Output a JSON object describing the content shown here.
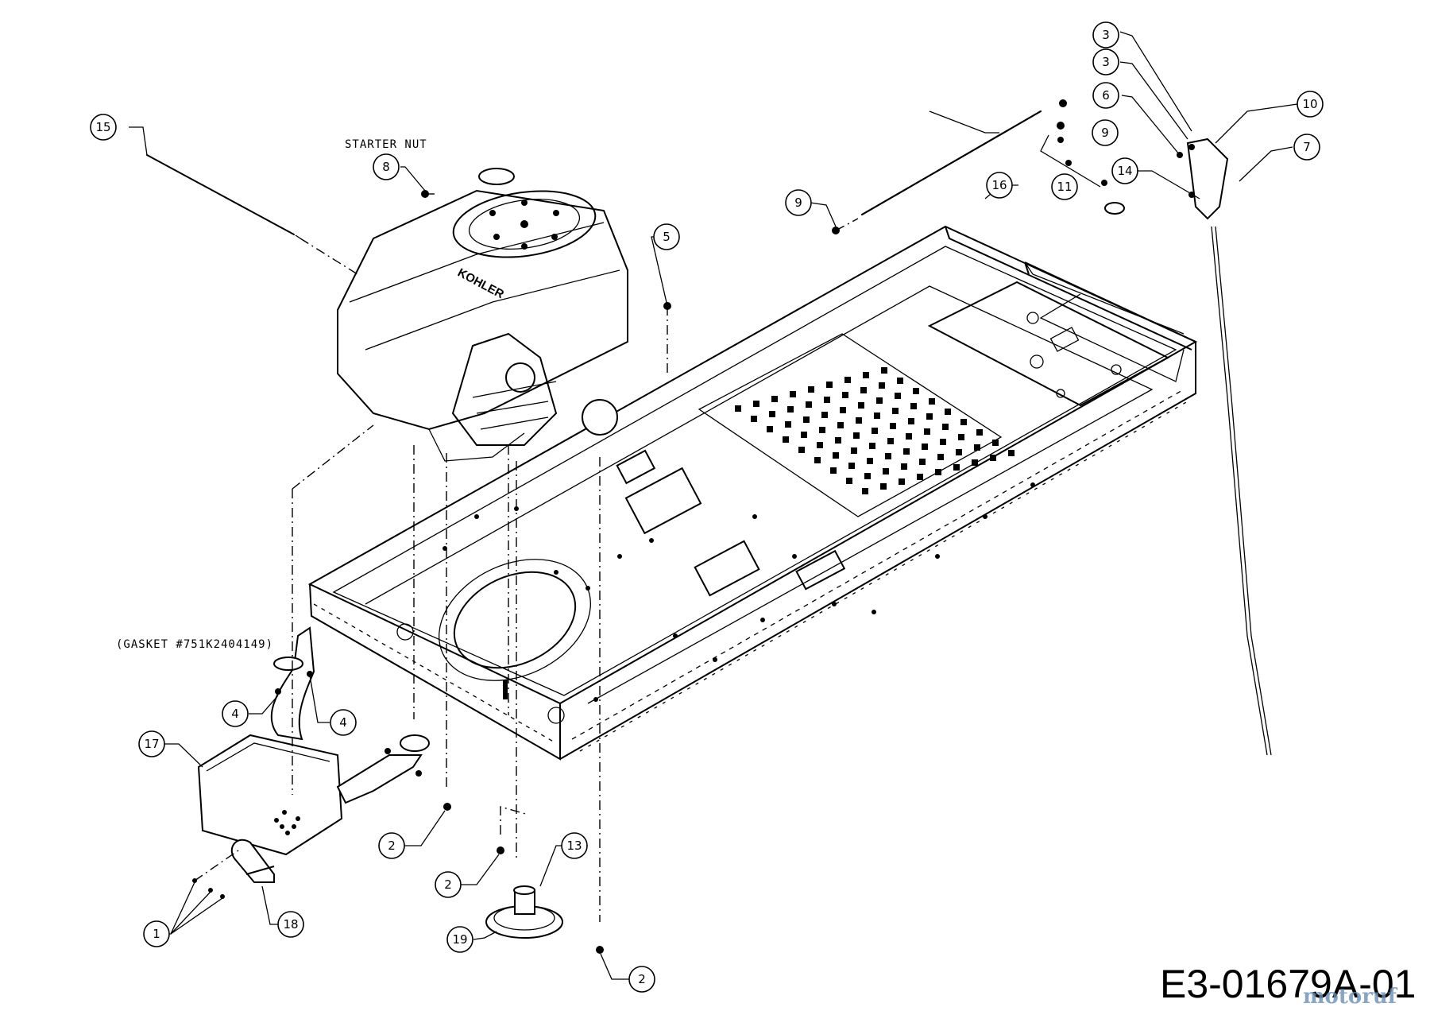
{
  "diagram": {
    "code": "E3-01679A-01",
    "notes": {
      "starter_nut": "STARTER NUT",
      "gasket": "(GASKET #751K2404149)"
    },
    "engine_brand": "KOHLER",
    "watermark": "motoruf",
    "callouts": [
      "1",
      "2",
      "2",
      "2",
      "3",
      "3",
      "4",
      "4",
      "5",
      "6",
      "7",
      "8",
      "9",
      "9",
      "10",
      "11",
      "13",
      "14",
      "15",
      "16",
      "17",
      "18",
      "19"
    ]
  }
}
